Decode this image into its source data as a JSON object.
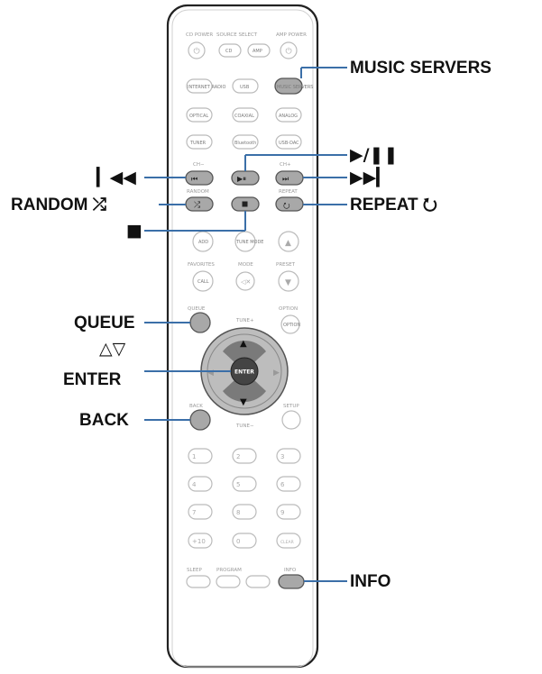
{
  "callouts": {
    "music_servers": "MUSIC SERVERS",
    "play_pause": "▶/❚❚",
    "previous": "▎◀◀",
    "next": "▶▶▎",
    "random": "RANDOM ⤮",
    "repeat": "REPEAT ⭮",
    "stop": "■",
    "queue": "QUEUE",
    "cursor": "△▽",
    "enter": "ENTER",
    "back": "BACK",
    "info": "INFO"
  },
  "remote": {
    "labels": {
      "cd_power": "CD POWER",
      "source_select": "SOURCE SELECT",
      "amp_power": "AMP POWER",
      "cd": "CD",
      "amp": "AMP",
      "internet_radio": "INTERNET RADIO",
      "usb": "USB",
      "music_servers_btn": "MUSIC SERVERS",
      "optical": "OPTICAL",
      "coaxial": "COAXIAL",
      "analog": "ANALOG",
      "tuner": "TUNER",
      "bluetooth": "Bluetooth",
      "usb_dac": "USB-DAC",
      "prev_tag": "CH−",
      "next_tag": "CH+",
      "random_tag": "RANDOM",
      "repeat_tag": "REPEAT",
      "add": "ADD",
      "tune_mode": "TUNE MODE",
      "favorites": "FAVORITES",
      "call": "CALL",
      "mode": "MODE",
      "preset": "PRESET",
      "queue_tag": "QUEUE",
      "tune_up": "TUNE+",
      "option": "OPTION",
      "enter_btn": "ENTER",
      "back_tag": "BACK",
      "setup": "SETUP",
      "tune_down": "TUNE−",
      "sleep": "SLEEP",
      "program": "PROGRAM",
      "info_tag": "INFO",
      "clear": "CLEAR"
    },
    "numbers": [
      "1",
      "2",
      "3",
      "4",
      "5",
      "6",
      "7",
      "8",
      "9",
      "+10",
      "0"
    ]
  },
  "colors": {
    "callout_text": "#111111",
    "leader_line": "#3b6fa8",
    "remote_outline": "#222222",
    "highlighted_button": "#a6a6a6",
    "faded_button": "#c8c8c8"
  }
}
